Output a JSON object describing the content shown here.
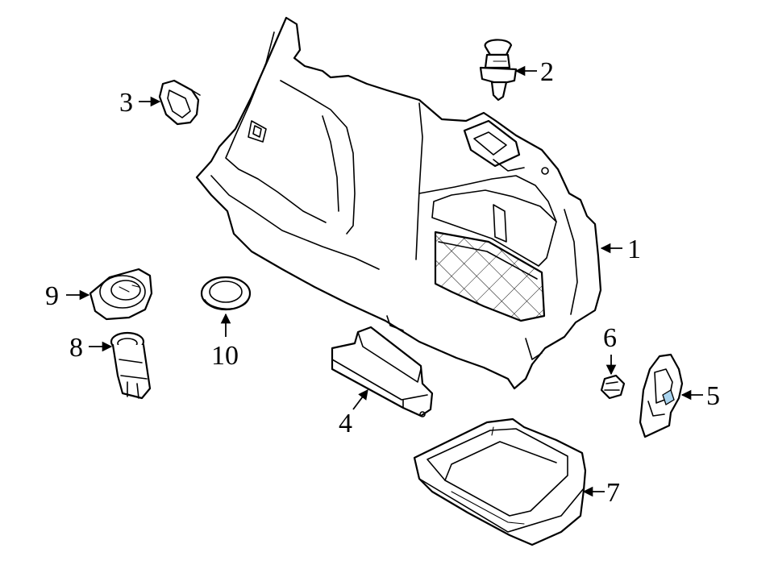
{
  "diagram": {
    "callouts": [
      {
        "number": "1",
        "part": "trunk-side-trim-panel"
      },
      {
        "number": "2",
        "part": "push-retainer-clip"
      },
      {
        "number": "3",
        "part": "trim-retainer-clip"
      },
      {
        "number": "4",
        "part": "trim-bracket"
      },
      {
        "number": "5",
        "part": "trim-end-cover"
      },
      {
        "number": "6",
        "part": "clip-nut"
      },
      {
        "number": "7",
        "part": "storage-tray"
      },
      {
        "number": "8",
        "part": "power-outlet-housing"
      },
      {
        "number": "9",
        "part": "power-outlet-cover"
      },
      {
        "number": "10",
        "part": "grommet"
      }
    ],
    "colors": {
      "line": "#000000",
      "background": "#ffffff",
      "highlight": "#a9d3ee"
    }
  }
}
